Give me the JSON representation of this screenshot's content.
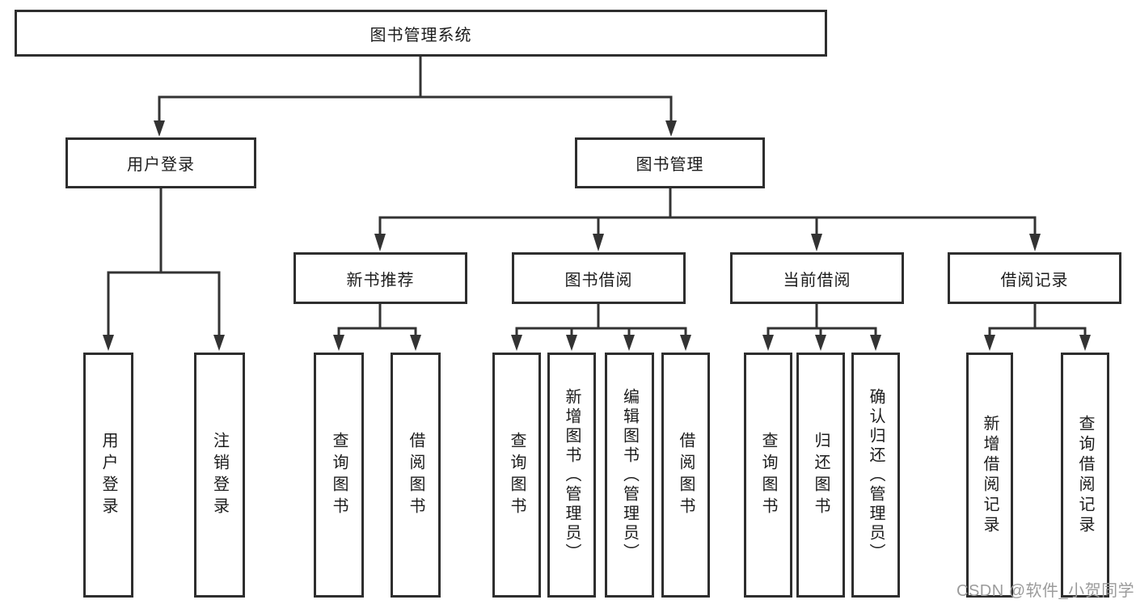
{
  "diagram": {
    "type": "org-tree",
    "root": {
      "label": "图书管理系统"
    },
    "branches": [
      {
        "label": "用户登录",
        "children": [
          {
            "label": "用户登录"
          },
          {
            "label": "注销登录"
          }
        ]
      },
      {
        "label": "图书管理",
        "children": [
          {
            "label": "新书推荐",
            "children": [
              {
                "label": "查询图书"
              },
              {
                "label": "借阅图书"
              }
            ]
          },
          {
            "label": "图书借阅",
            "children": [
              {
                "label": "查询图书"
              },
              {
                "label": "新增图书（管理员）"
              },
              {
                "label": "编辑图书（管理员）"
              },
              {
                "label": "借阅图书"
              }
            ]
          },
          {
            "label": "当前借阅",
            "children": [
              {
                "label": "查询图书"
              },
              {
                "label": "归还图书"
              },
              {
                "label": "确认归还（管理员）"
              }
            ]
          },
          {
            "label": "借阅记录",
            "children": [
              {
                "label": "新增借阅记录"
              },
              {
                "label": "查询借阅记录"
              }
            ]
          }
        ]
      }
    ]
  },
  "watermark": {
    "text": "CSDN @软件_小贺同学"
  },
  "colors": {
    "line": "#333333",
    "box_border": "#2e2e2e",
    "text": "#1c1c1c",
    "background": "#ffffff",
    "watermark": "#9b9b9b"
  }
}
